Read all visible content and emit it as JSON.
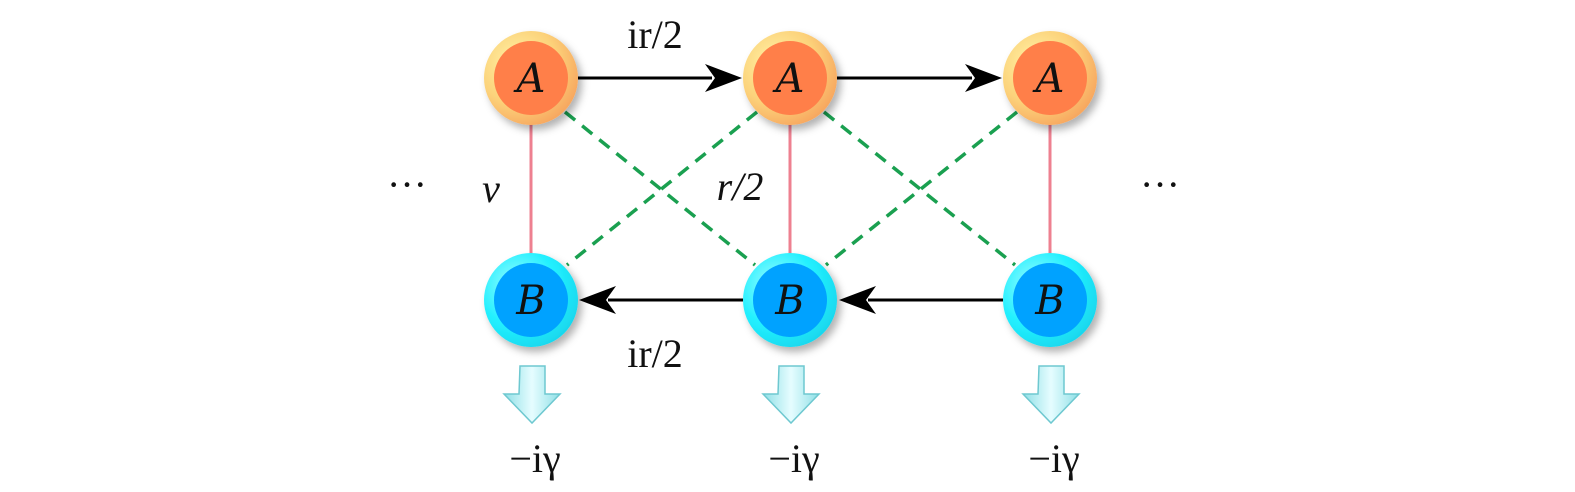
{
  "diagram": {
    "nodes_top": [
      {
        "label": "A"
      },
      {
        "label": "A"
      },
      {
        "label": "A"
      }
    ],
    "nodes_bottom": [
      {
        "label": "B"
      },
      {
        "label": "B"
      },
      {
        "label": "B"
      }
    ],
    "labels": {
      "top_hopping": "ir/2",
      "bottom_hopping": "ir/2",
      "vertical_coupling": "v",
      "cross_coupling": "r/2",
      "loss": "−iγ",
      "ellipsis_left": "···",
      "ellipsis_right": "···"
    },
    "colors": {
      "node_a_fill": "#ff7f4a",
      "node_a_ring": "#fcd27a",
      "node_b_fill": "#00a2ff",
      "node_b_ring": "#22f0ff",
      "vertical_link": "#ee8090",
      "cross_link": "#1aa050",
      "arrow": "#000000",
      "loss_arrow": "#b8f0f4"
    }
  }
}
